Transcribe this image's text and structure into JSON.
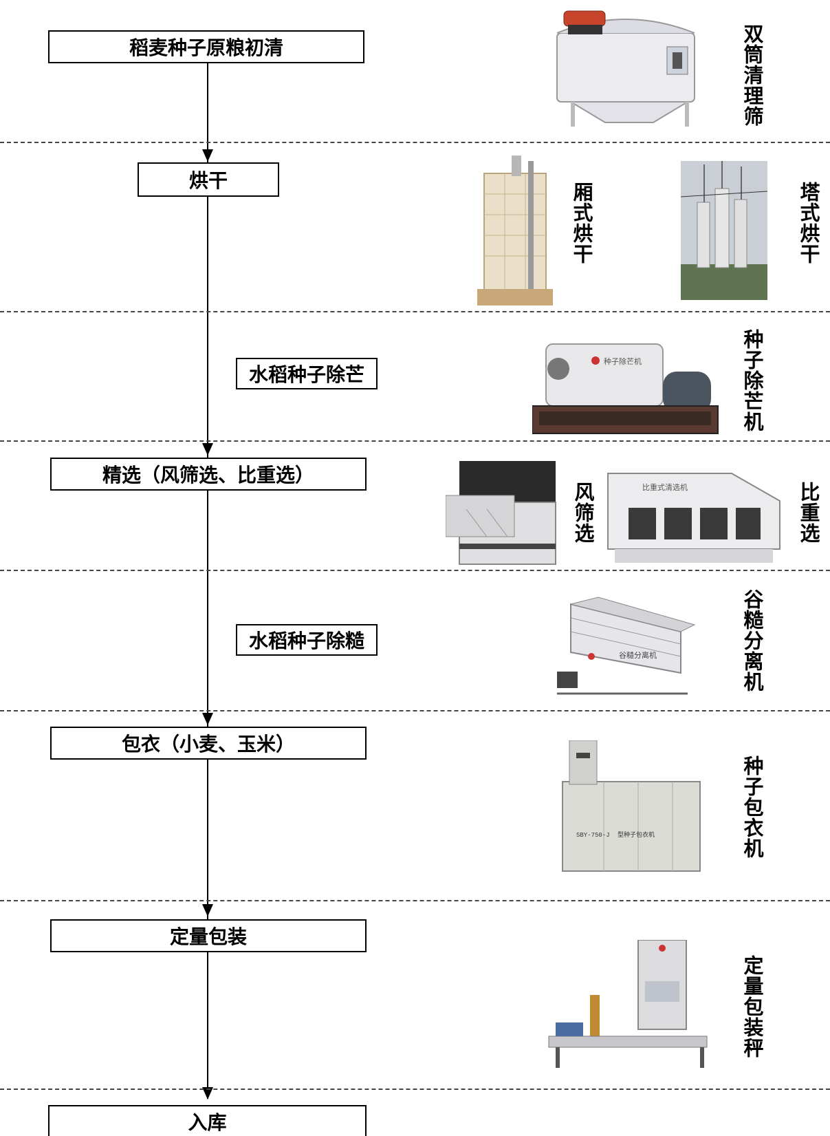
{
  "steps": [
    {
      "label": "稻麦种子原粮初清"
    },
    {
      "label": "烘干"
    },
    {
      "label": "水稻种子除芒"
    },
    {
      "label": "精选（风筛选、比重选）"
    },
    {
      "label": "水稻种子除糙"
    },
    {
      "label": "包衣（小麦、玉米）"
    },
    {
      "label": "定量包装"
    },
    {
      "label": "入库"
    }
  ],
  "machines": [
    {
      "label": "双筒清理筛",
      "icon": "drum-screen-cleaner-icon"
    },
    {
      "label": "厢式烘干",
      "icon": "box-dryer-icon"
    },
    {
      "label": "塔式烘干",
      "icon": "tower-dryer-icon"
    },
    {
      "label": "种子除芒机",
      "icon": "awn-remover-icon"
    },
    {
      "label": "风筛选",
      "icon": "air-screen-cleaner-icon"
    },
    {
      "label": "比重选",
      "icon": "gravity-separator-icon"
    },
    {
      "label": "谷糙分离机",
      "icon": "paddy-separator-icon"
    },
    {
      "label": "种子包衣机",
      "icon": "seed-coater-icon"
    },
    {
      "label": "定量包装秤",
      "icon": "packing-scale-icon"
    }
  ],
  "machine_plates": {
    "awn": "种子除芒机",
    "gravity": "比重式清选机",
    "paddy": "谷糙分离机",
    "coater_model": "SBY-750-J",
    "coater_name": "型种子包衣机"
  },
  "colors": {
    "line": "#000000",
    "separator": "#444444",
    "machine_body": "#e8e8ec"
  }
}
